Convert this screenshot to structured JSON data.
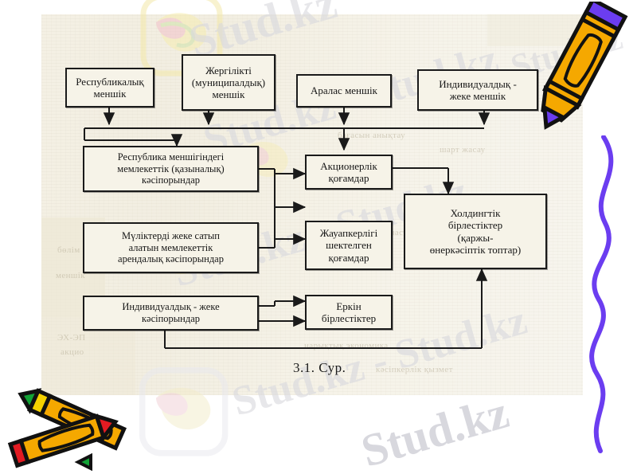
{
  "page": {
    "caption": "3.1.  Сур.",
    "watermark_text": "Stud.kz",
    "watermark_pair": "Stud.kz - Stud.kz",
    "colors": {
      "paper": "#f4f0e4",
      "ink": "#1a1a1a",
      "watermark": "#d9d9de",
      "pencil_body": "#f5a800",
      "pencil_tip_purple": "#6b3df0",
      "pencil_tip_red": "#e21b22",
      "pencil_tip_green": "#12a336",
      "curve_purple": "#6b3df0"
    }
  },
  "diagram": {
    "title_caption": "3.1.  Сур.",
    "top_row": [
      {
        "id": "republic-property",
        "lines": [
          "Республикалық",
          "меншік"
        ]
      },
      {
        "id": "local-property",
        "lines": [
          "Жергілікті",
          "(муниципалдық)",
          "меншік"
        ]
      },
      {
        "id": "mixed-property",
        "lines": [
          "Аралас  меншік"
        ]
      },
      {
        "id": "individual-property",
        "lines": [
          "Индивидуалдық  -",
          "жеке  меншік"
        ]
      }
    ],
    "left_column": [
      {
        "id": "state-treasury-enterprises",
        "lines": [
          "Республика  меншігіндегі",
          "мемлекеттік  (қазыналық)",
          "кәсіпорындар"
        ]
      },
      {
        "id": "state-rental-enterprises",
        "lines": [
          "Мүліктерді  жеке  сатып",
          "алатын  мемлекеттік",
          "арендалық  кәсіпорындар"
        ]
      },
      {
        "id": "individual-enterprises",
        "lines": [
          "Индивидуалдық  -  жеке",
          "кәсіпорындар"
        ]
      }
    ],
    "middle_column": [
      {
        "id": "joint-stock-companies",
        "lines": [
          "Акционерлік",
          "қоғамдар"
        ]
      },
      {
        "id": "limited-liability",
        "lines": [
          "Жауапкерлігі",
          "шектелген",
          "қоғамдар"
        ]
      },
      {
        "id": "free-associations",
        "lines": [
          "Еркін",
          "бірлестіктер"
        ]
      }
    ],
    "right_column": [
      {
        "id": "holding-associations",
        "lines": [
          "Холдингтік",
          "бірлестіктер",
          "(қаржы-",
          "өнеркәсіптік  топтар)"
        ]
      }
    ]
  },
  "decorations": {
    "pencil_top_right": "pencil-orange-purple",
    "pencils_bottom_left": "crossed-pencils-red-green",
    "squiggle_right": "purple-wavy-line"
  }
}
